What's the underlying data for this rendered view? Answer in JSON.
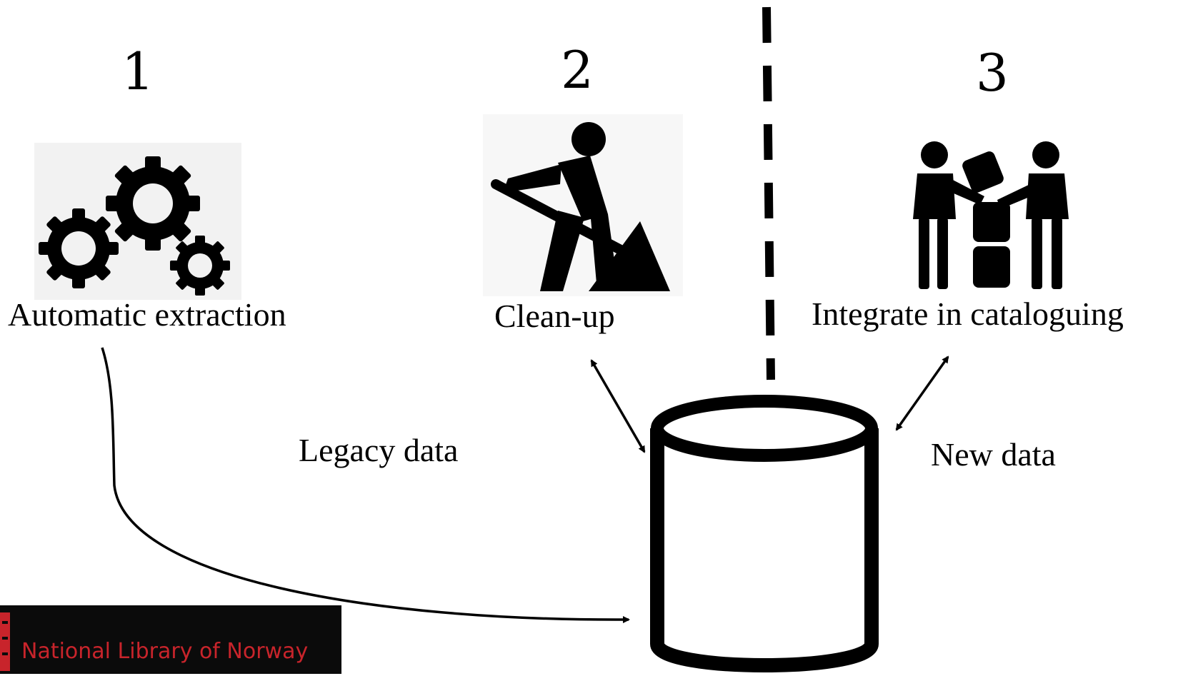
{
  "steps": [
    {
      "number": "1",
      "label": "Automatic extraction",
      "icon": "gears-icon"
    },
    {
      "number": "2",
      "label": "Clean-up",
      "icon": "worker-shovel-icon"
    },
    {
      "number": "3",
      "label": "Integrate in cataloguing",
      "icon": "handover-icon"
    }
  ],
  "flows": {
    "legacy": "Legacy data",
    "new": "New data"
  },
  "database": {
    "icon": "database-cylinder-icon"
  },
  "logo": {
    "text": "National Library of Norway",
    "text_color": "#c8242b",
    "background": "#0b0b0b"
  }
}
